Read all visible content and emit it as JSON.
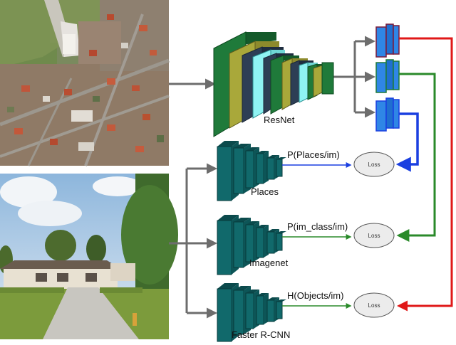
{
  "diagram": {
    "labels": {
      "resnet": "ResNet",
      "places": "Places",
      "imagenet": "Imagenet",
      "faster_rcnn": "Faster R-CNN"
    },
    "outputs": {
      "places": "P(Places/im)",
      "imagenet": "P(im_class/im)",
      "objects": "H(Objects/im)"
    },
    "loss": {
      "places": "Loss",
      "imagenet": "Loss",
      "objects": "Loss"
    },
    "images": {
      "aerial": "aerial-image",
      "ground": "ground-level-image"
    },
    "colors": {
      "resnet_green": "#1f7a3a",
      "resnet_olive": "#a9a83a",
      "resnet_navy": "#2d3e55",
      "resnet_cyan": "#8ff3f3",
      "teal_block": "#11696b",
      "blue_block": "#2f86e6",
      "red_arrow": "#e01818",
      "green_arrow": "#2a8a2a",
      "blue_arrow": "#1a3fe0",
      "gray_arrow": "#6d6d6d"
    }
  }
}
